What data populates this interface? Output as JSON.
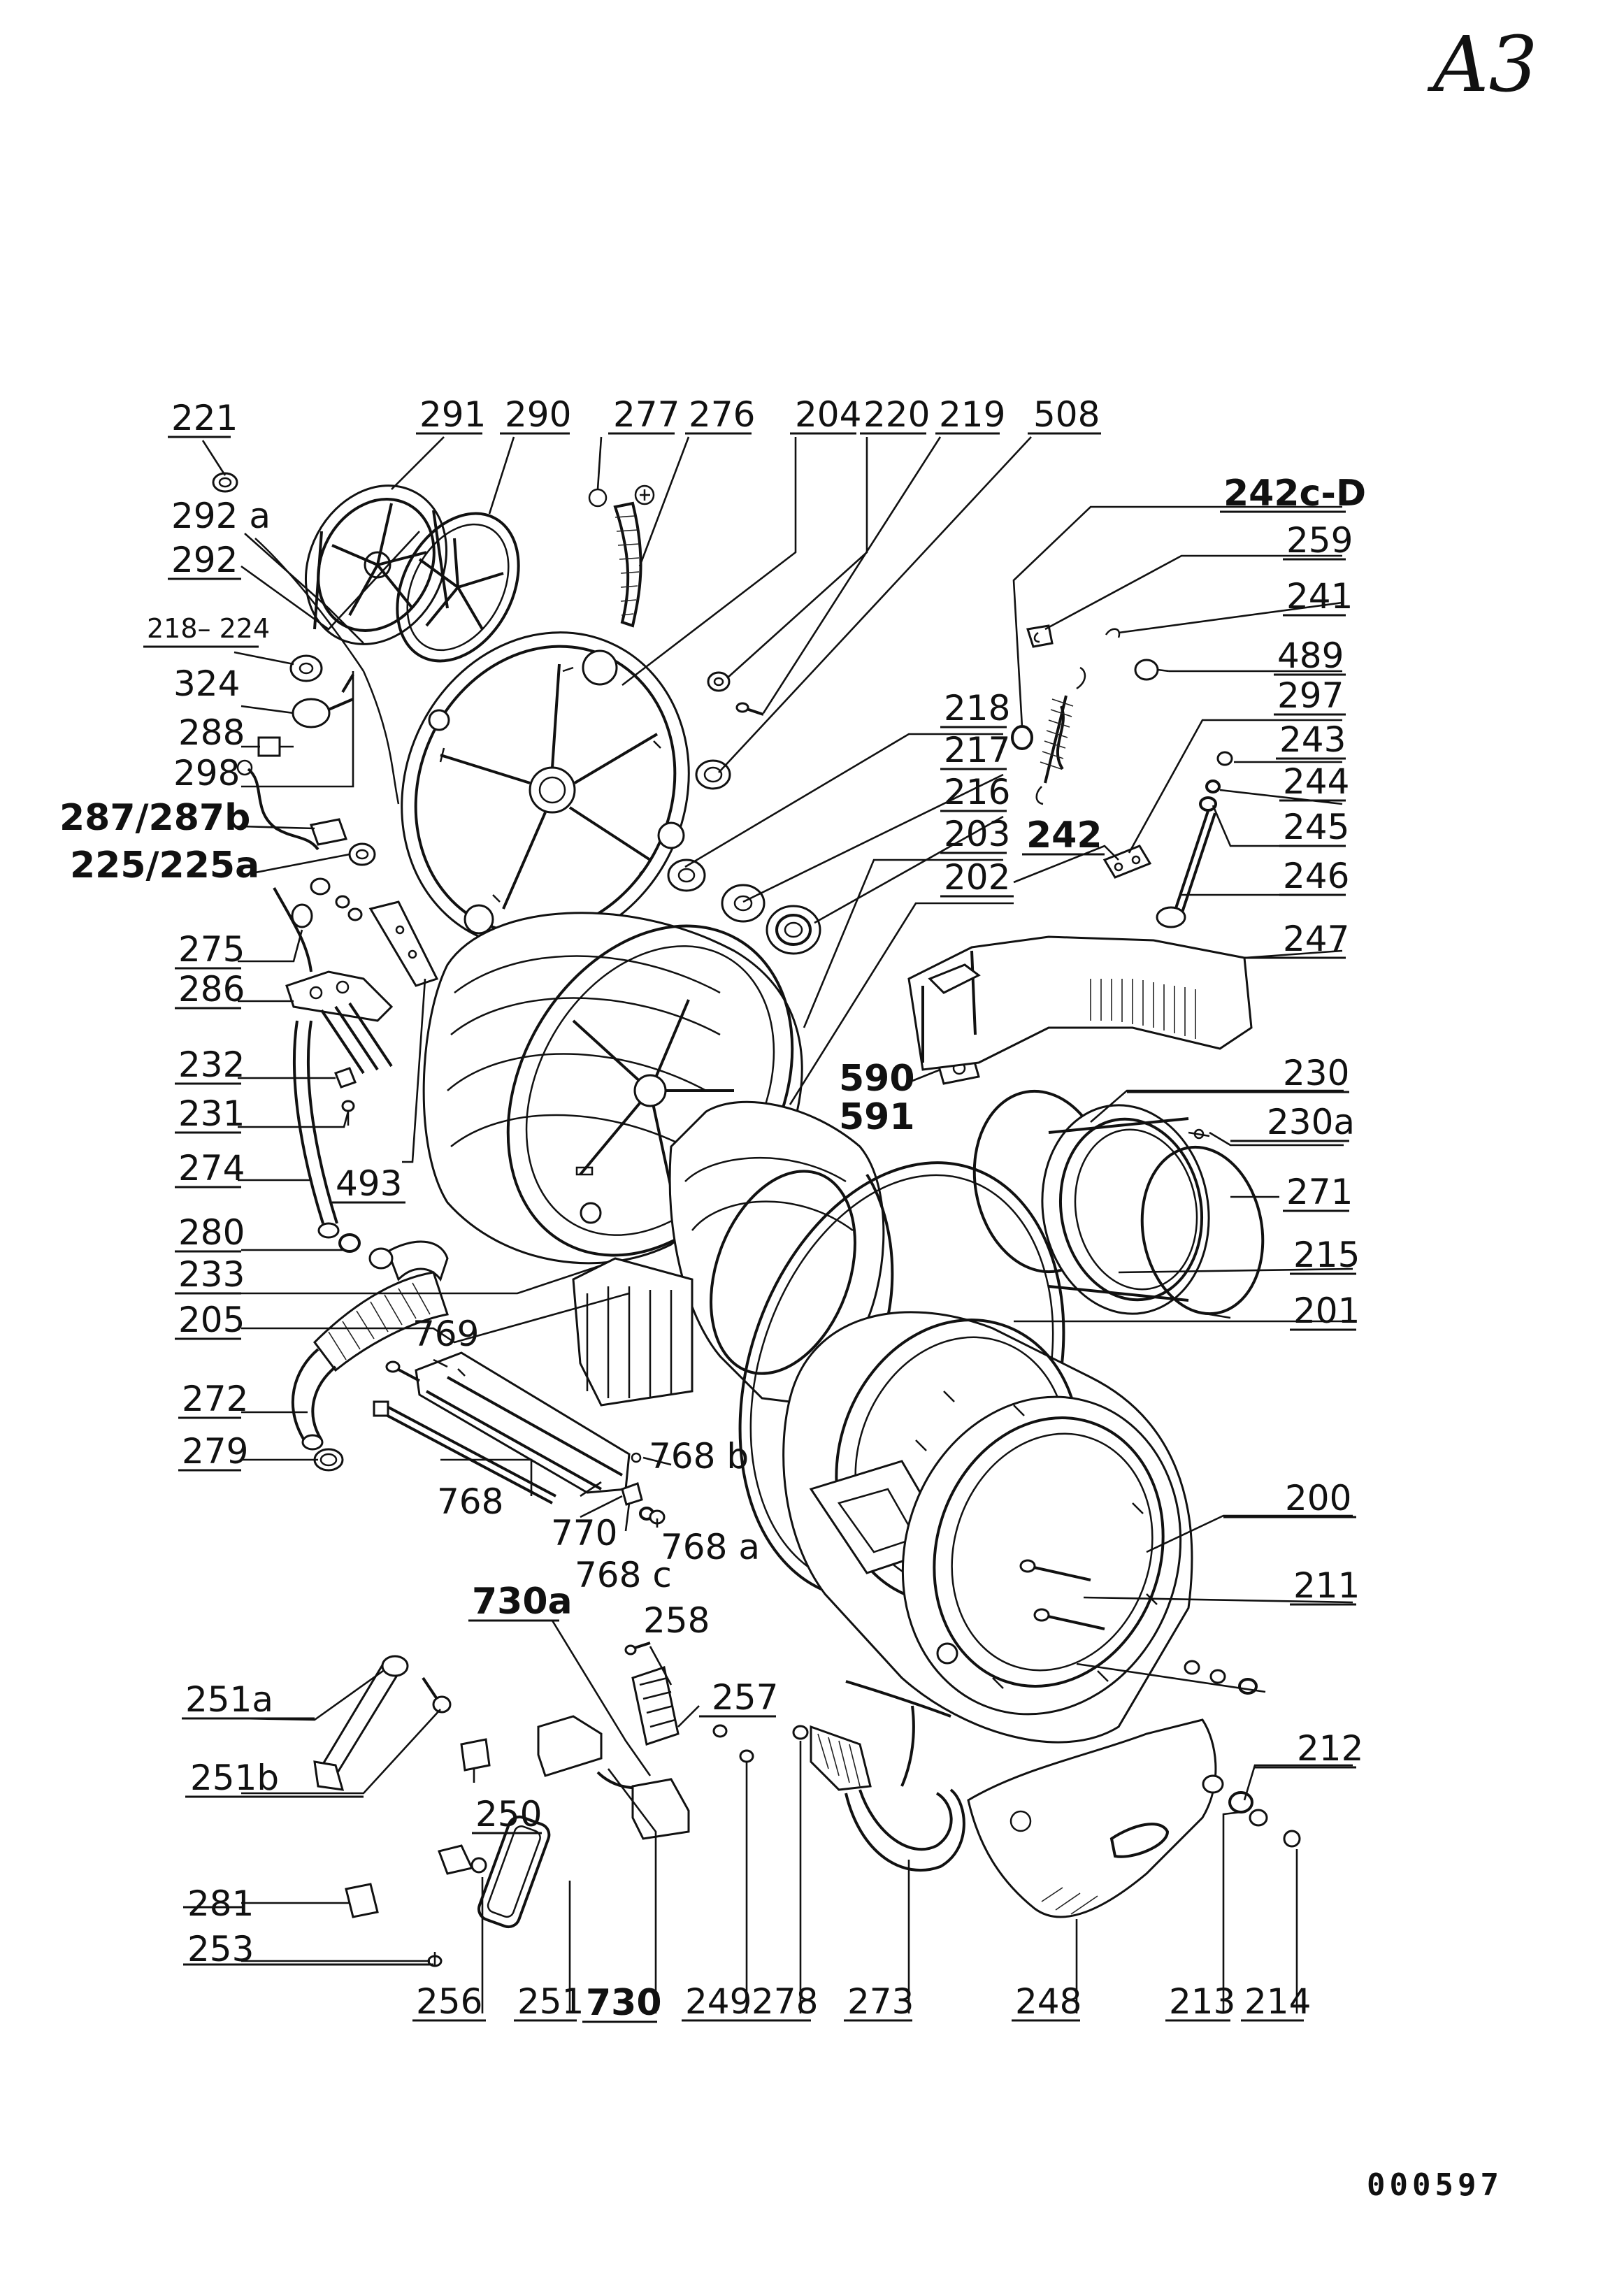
{
  "sheet": {
    "id": "A3",
    "doc_number": "000597"
  },
  "labels": [
    {
      "id": "221",
      "text": "221"
    },
    {
      "id": "291",
      "text": "291"
    },
    {
      "id": "290",
      "text": "290"
    },
    {
      "id": "277",
      "text": "277"
    },
    {
      "id": "276",
      "text": "276"
    },
    {
      "id": "204",
      "text": "204"
    },
    {
      "id": "220",
      "text": "220"
    },
    {
      "id": "219",
      "text": "219"
    },
    {
      "id": "508",
      "text": "508"
    },
    {
      "id": "242cd",
      "text": "242c-D"
    },
    {
      "id": "259",
      "text": "259"
    },
    {
      "id": "241",
      "text": "241"
    },
    {
      "id": "489",
      "text": "489"
    },
    {
      "id": "297",
      "text": "297"
    },
    {
      "id": "243",
      "text": "243"
    },
    {
      "id": "244",
      "text": "244"
    },
    {
      "id": "245",
      "text": "245"
    },
    {
      "id": "246",
      "text": "246"
    },
    {
      "id": "247",
      "text": "247"
    },
    {
      "id": "292a",
      "text": "292 a"
    },
    {
      "id": "292",
      "text": "292"
    },
    {
      "id": "218_224",
      "text": "218– 224"
    },
    {
      "id": "324",
      "text": "324"
    },
    {
      "id": "288",
      "text": "288"
    },
    {
      "id": "298",
      "text": "298"
    },
    {
      "id": "287_287b",
      "text": "287/287b"
    },
    {
      "id": "225_225a",
      "text": "225/225a"
    },
    {
      "id": "218",
      "text": "218"
    },
    {
      "id": "217",
      "text": "217"
    },
    {
      "id": "216",
      "text": "216"
    },
    {
      "id": "203",
      "text": "203"
    },
    {
      "id": "242",
      "text": "242"
    },
    {
      "id": "202",
      "text": "202"
    },
    {
      "id": "275",
      "text": "275"
    },
    {
      "id": "286",
      "text": "286"
    },
    {
      "id": "232",
      "text": "232"
    },
    {
      "id": "231",
      "text": "231"
    },
    {
      "id": "274",
      "text": "274"
    },
    {
      "id": "493",
      "text": "493"
    },
    {
      "id": "590",
      "text": "590"
    },
    {
      "id": "591",
      "text": "591"
    },
    {
      "id": "230",
      "text": "230"
    },
    {
      "id": "230a",
      "text": "230a"
    },
    {
      "id": "271",
      "text": "271"
    },
    {
      "id": "215",
      "text": "215"
    },
    {
      "id": "201",
      "text": "201"
    },
    {
      "id": "280",
      "text": "280"
    },
    {
      "id": "233",
      "text": "233"
    },
    {
      "id": "205",
      "text": "205"
    },
    {
      "id": "769",
      "text": "769"
    },
    {
      "id": "272",
      "text": "272"
    },
    {
      "id": "279",
      "text": "279"
    },
    {
      "id": "768",
      "text": "768"
    },
    {
      "id": "770",
      "text": "770"
    },
    {
      "id": "768b",
      "text": "768 b"
    },
    {
      "id": "768a",
      "text": "768 a"
    },
    {
      "id": "768c",
      "text": "768 c"
    },
    {
      "id": "200",
      "text": "200"
    },
    {
      "id": "211",
      "text": "211"
    },
    {
      "id": "730a",
      "text": "730a"
    },
    {
      "id": "258",
      "text": "258"
    },
    {
      "id": "257",
      "text": "257"
    },
    {
      "id": "251a",
      "text": "251a"
    },
    {
      "id": "251b",
      "text": "251b"
    },
    {
      "id": "250",
      "text": "250"
    },
    {
      "id": "212",
      "text": "212"
    },
    {
      "id": "281",
      "text": "281"
    },
    {
      "id": "253",
      "text": "253"
    },
    {
      "id": "256",
      "text": "256"
    },
    {
      "id": "251",
      "text": "251"
    },
    {
      "id": "730",
      "text": "730"
    },
    {
      "id": "249",
      "text": "249"
    },
    {
      "id": "278",
      "text": "278"
    },
    {
      "id": "273",
      "text": "273"
    },
    {
      "id": "248",
      "text": "248"
    },
    {
      "id": "213",
      "text": "213"
    },
    {
      "id": "214",
      "text": "214"
    }
  ]
}
